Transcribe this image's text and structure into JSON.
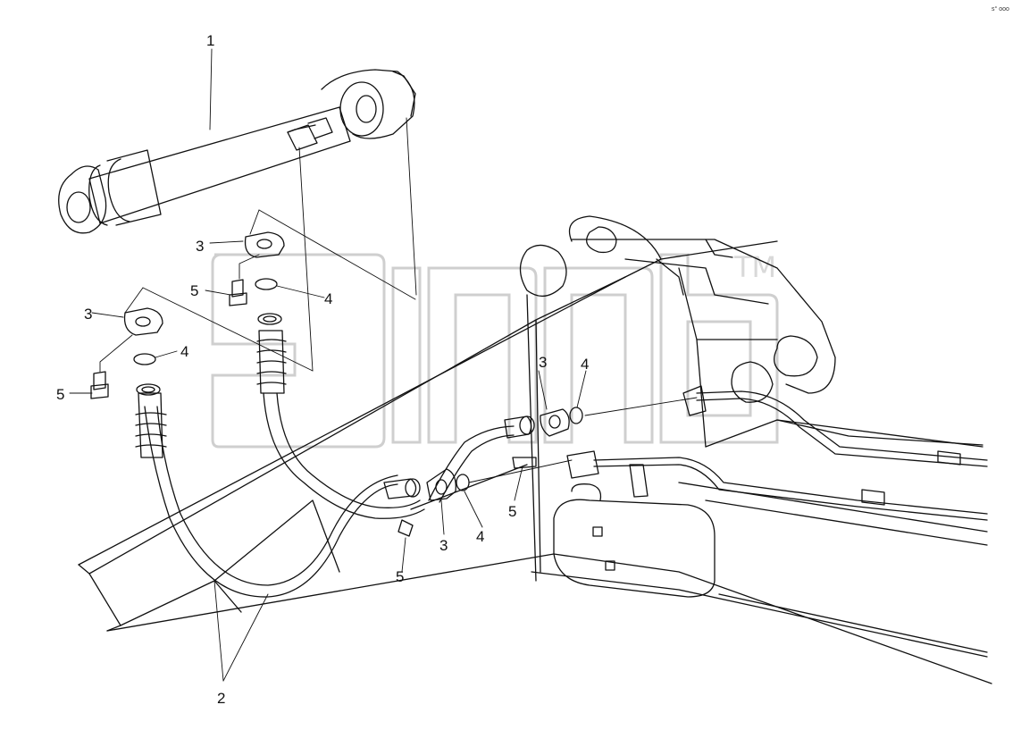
{
  "corner_mark": "s° ooo",
  "watermark": {
    "trademark": "TM"
  },
  "callouts": {
    "c1": "1",
    "c2": "2",
    "c3a": "3",
    "c3b": "3",
    "c3c": "3",
    "c3d": "3",
    "c4a": "4",
    "c4b": "4",
    "c4c": "4",
    "c4d": "4",
    "c5a": "5",
    "c5b": "5",
    "c5c": "5",
    "c5d": "5"
  },
  "colors": {
    "line": "#111111",
    "watermark": "#d4d4d4",
    "background": "#ffffff"
  }
}
